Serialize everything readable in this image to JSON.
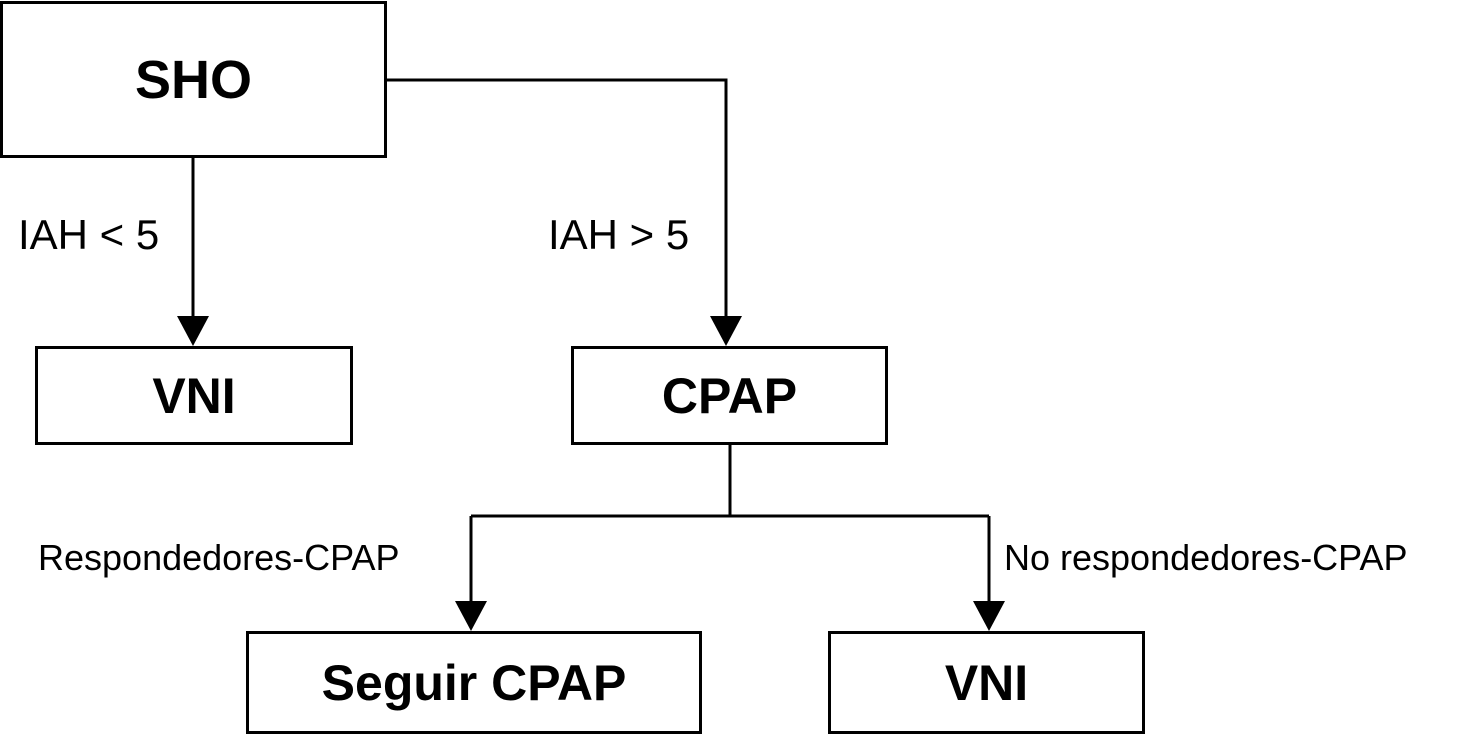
{
  "nodes": {
    "sho": "SHO",
    "vni_left": "VNI",
    "cpap": "CPAP",
    "seguir_cpap": "Seguir CPAP",
    "vni_right": "VNI"
  },
  "edges": {
    "iah_lt_5": "IAH < 5",
    "iah_gt_5": "IAH > 5",
    "respondedores": "Respondedores-CPAP",
    "no_respondedores": "No respondedores-CPAP"
  },
  "colors": {
    "stroke": "#000000",
    "background": "#ffffff"
  }
}
